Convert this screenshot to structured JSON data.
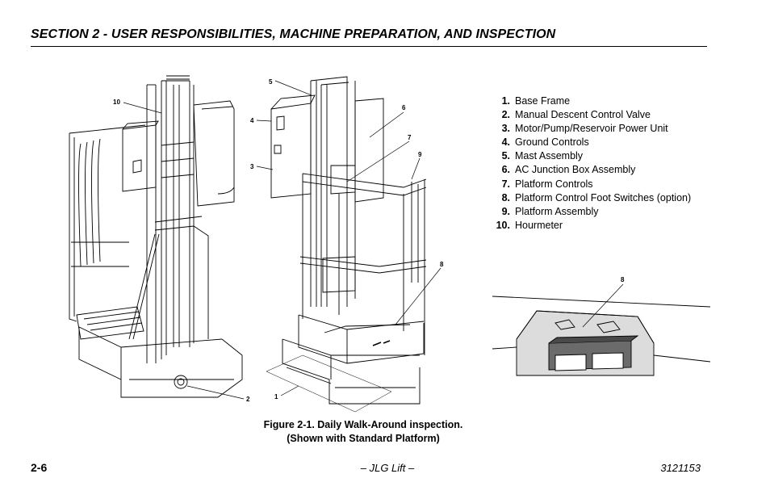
{
  "header": {
    "title": "SECTION 2 - USER RESPONSIBILITIES, MACHINE PREPARATION, AND INSPECTION"
  },
  "legend": [
    {
      "num": "1.",
      "label": "Base Frame"
    },
    {
      "num": "2.",
      "label": "Manual Descent Control Valve"
    },
    {
      "num": "3.",
      "label": "Motor/Pump/Reservoir Power Unit"
    },
    {
      "num": "4.",
      "label": "Ground Controls"
    },
    {
      "num": "5.",
      "label": "Mast Assembly"
    },
    {
      "num": "6.",
      "label": "AC Junction Box Assembly"
    },
    {
      "num": "7.",
      "label": "Platform Controls"
    },
    {
      "num": "8.",
      "label": "Platform Control Foot Switches (option)"
    },
    {
      "num": "9.",
      "label": "Platform Assembly"
    },
    {
      "num": "10.",
      "label": "Hourmeter"
    }
  ],
  "callouts": {
    "c10": "10",
    "c5": "5",
    "c6": "6",
    "c4": "4",
    "c7": "7",
    "c9": "9",
    "c3": "3",
    "c8a": "8",
    "c8b": "8",
    "c2": "2",
    "c1": "1"
  },
  "caption": {
    "line1": "Figure 2-1. Daily Walk-Around inspection.",
    "line2": "(Shown with Standard Platform)"
  },
  "footer": {
    "page": "2-6",
    "center": "– JLG Lift –",
    "doc_number": "3121153"
  }
}
